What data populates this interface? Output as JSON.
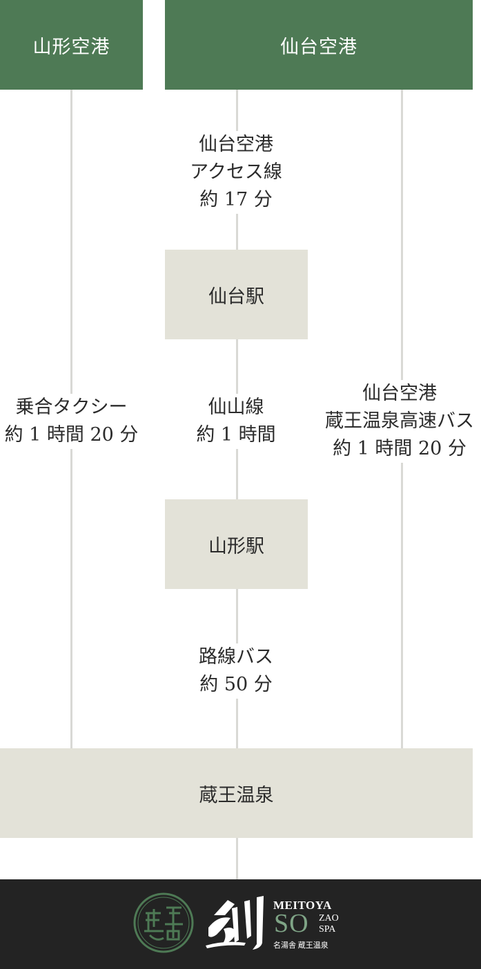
{
  "airports": {
    "yamagata": "山形空港",
    "sendai": "仙台空港"
  },
  "stations": {
    "sendai": "仙台駅",
    "yamagata": "山形駅",
    "zao": "蔵王温泉"
  },
  "routes": {
    "sendai_airport_line": [
      "仙台空港",
      "アクセス線",
      "約 17 分"
    ],
    "taxi": [
      "乗合タクシー",
      "約 1 時間 20 分"
    ],
    "senzan_line": [
      "仙山線",
      "約 1 時間"
    ],
    "highway_bus": [
      "仙台空港",
      "蔵王温泉高速バス",
      "約 1 時間 20 分"
    ],
    "local_bus": [
      "路線バス",
      "約 50 分"
    ]
  },
  "footer": {
    "brand_en": "MEITOYA",
    "brand_so": "SO",
    "brand_zao": "ZAO",
    "brand_spa": "SPA",
    "brand_jp": "名湯舎 蔵王温泉"
  },
  "colors": {
    "green": "#4e7a55",
    "paper": "#e3e2d8",
    "line": "#d9d9d5",
    "footer": "#232323"
  }
}
